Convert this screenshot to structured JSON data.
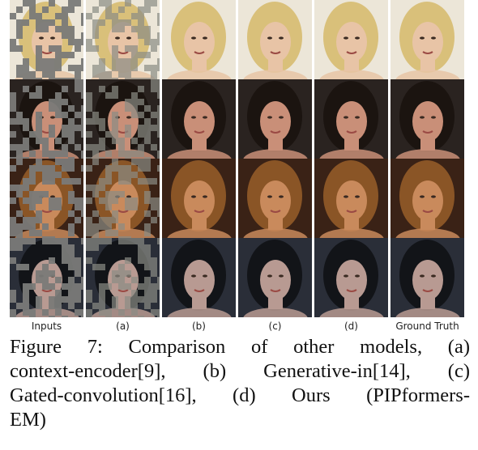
{
  "column_labels": [
    "Inputs",
    "(a)",
    "(b)",
    "(c)",
    "(d)",
    "Ground Truth"
  ],
  "caption": {
    "line1": "Figure 7: Comparison of other models, (a)",
    "line2": "context-encoder[9], (b) Generative-in[14], (c)",
    "line3": "Gated-convolution[16], (d) Ours (PIPformers-",
    "line4": "EM)"
  },
  "rows": [
    {
      "bg": "#ece6d8",
      "hair": "#d9c07a",
      "skin": "#e8c4a6",
      "mask": true
    },
    {
      "bg": "#2a2320",
      "hair": "#1b1410",
      "skin": "#c98f78",
      "mask": true
    },
    {
      "bg": "#3a2216",
      "hair": "#8a5526",
      "skin": "#c98a5c",
      "mask": true
    },
    {
      "bg": "#2a2e38",
      "hair": "#121418",
      "skin": "#b89a92",
      "mask": true
    }
  ]
}
